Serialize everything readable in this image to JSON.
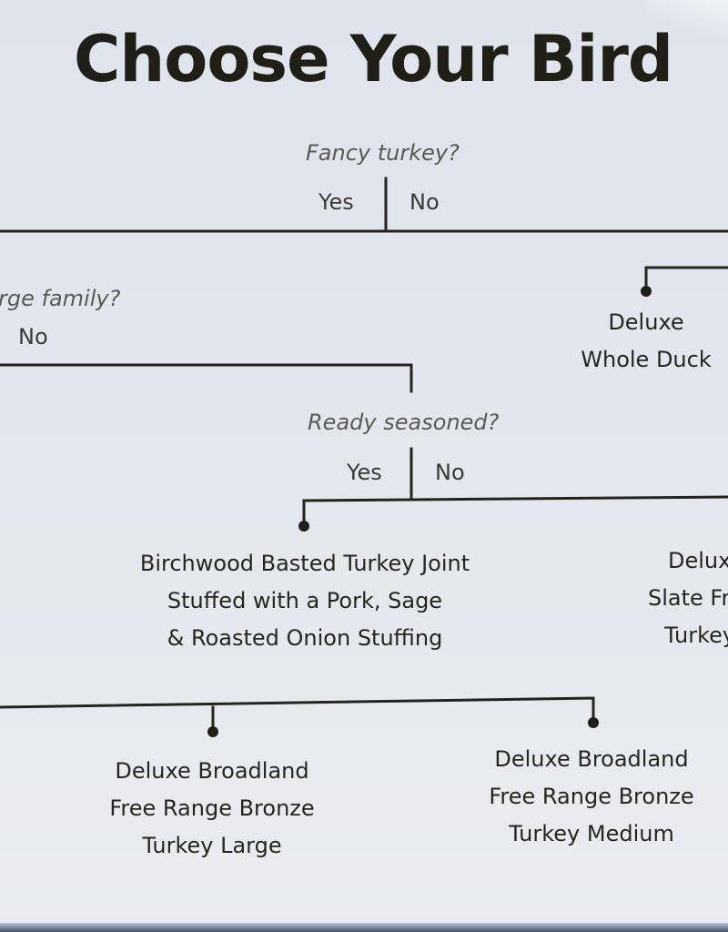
{
  "title": "Choose Your Bird",
  "questions": {
    "fancy_turkey": "Fancy turkey?",
    "large_family": "rge family?",
    "ready_seasoned": "Ready seasoned?"
  },
  "answers": {
    "yes": "Yes",
    "no": "No"
  },
  "outcomes": {
    "duck": [
      "Deluxe",
      "Whole Duck"
    ],
    "birchwood": [
      "Birchwood Basted Turkey Joint",
      "Stuffed with a Pork, Sage",
      "& Roasted Onion Stuffing"
    ],
    "slate": [
      "Delux",
      "Slate Fr",
      "Turkey"
    ],
    "bronze_large": [
      "Deluxe Broadland",
      "Free Range Bronze",
      "Turkey Large"
    ],
    "bronze_medium": [
      "Deluxe Broadland",
      "Free Range Bronze",
      "Turkey Medium"
    ]
  }
}
